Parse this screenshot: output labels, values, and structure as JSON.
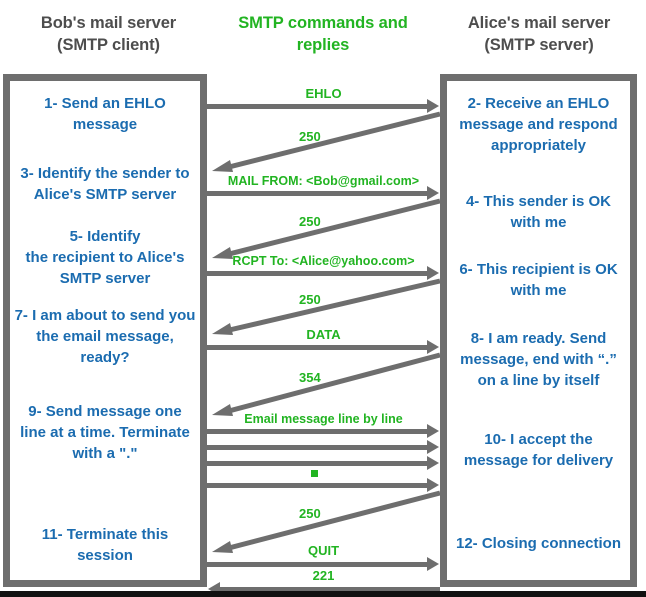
{
  "headers": {
    "left": "Bob's mail server\n(SMTP client)",
    "mid": "SMTP commands and\nreplies",
    "right": "Alice's mail server\n(SMTP server)"
  },
  "colors": {
    "green": "#22b422",
    "blue": "#1b6cb0",
    "gray": "#6e6e6e",
    "header_gray": "#4d4d4d"
  },
  "client_steps": [
    {
      "id": "step-1",
      "text": "1- Send an EHLO message"
    },
    {
      "id": "step-3",
      "text": "3- Identify the sender to Alice's SMTP server"
    },
    {
      "id": "step-5",
      "text": "5- Identify\nthe recipient to Alice's SMTP server"
    },
    {
      "id": "step-7",
      "text": "7- I am about to send you the email message, ready?"
    },
    {
      "id": "step-9",
      "text": "9- Send message one line at a time. Terminate with a \".\""
    },
    {
      "id": "step-11",
      "text": "11- Terminate this session"
    }
  ],
  "server_steps": [
    {
      "id": "step-2",
      "text": "2- Receive an EHLO message and respond appropriately"
    },
    {
      "id": "step-4",
      "text": "4- This sender is OK with me"
    },
    {
      "id": "step-6",
      "text": "6- This recipient is OK with me"
    },
    {
      "id": "step-8",
      "text": "8-  I am ready. Send message, end with “.” on a line by itself"
    },
    {
      "id": "step-10",
      "text": "10-  I accept the message for delivery"
    },
    {
      "id": "step-12",
      "text": "12-  Closing connection"
    }
  ],
  "messages": [
    {
      "id": "msg-ehlo",
      "label": "EHLO",
      "direction": "right",
      "style": "horizontal"
    },
    {
      "id": "reply-250-a",
      "label": "250",
      "direction": "left",
      "style": "diagonal"
    },
    {
      "id": "msg-mail-from",
      "label": "MAIL FROM: <Bob@gmail.com>",
      "direction": "right",
      "style": "horizontal"
    },
    {
      "id": "reply-250-b",
      "label": "250",
      "direction": "left",
      "style": "diagonal"
    },
    {
      "id": "msg-rcpt-to",
      "label": "RCPT To: <Alice@yahoo.com>",
      "direction": "right",
      "style": "horizontal"
    },
    {
      "id": "reply-250-c",
      "label": "250",
      "direction": "left",
      "style": "diagonal"
    },
    {
      "id": "msg-data",
      "label": "DATA",
      "direction": "right",
      "style": "horizontal"
    },
    {
      "id": "reply-354",
      "label": "354",
      "direction": "left",
      "style": "diagonal"
    },
    {
      "id": "msg-body-1",
      "label": "Email message line by line",
      "direction": "right",
      "style": "horizontal"
    },
    {
      "id": "msg-body-2",
      "label": "",
      "direction": "right",
      "style": "horizontal"
    },
    {
      "id": "msg-body-3",
      "label": "",
      "direction": "right",
      "style": "horizontal"
    },
    {
      "id": "msg-body-4",
      "label": "",
      "direction": "right",
      "style": "horizontal"
    },
    {
      "id": "reply-250-d",
      "label": "250",
      "direction": "left",
      "style": "diagonal"
    },
    {
      "id": "msg-quit",
      "label": "QUIT",
      "direction": "right",
      "style": "horizontal"
    },
    {
      "id": "reply-221",
      "label": "221",
      "direction": "left",
      "style": "horizontal"
    }
  ],
  "terminator": {
    "id": "terminator-dot",
    "symbol": "."
  }
}
